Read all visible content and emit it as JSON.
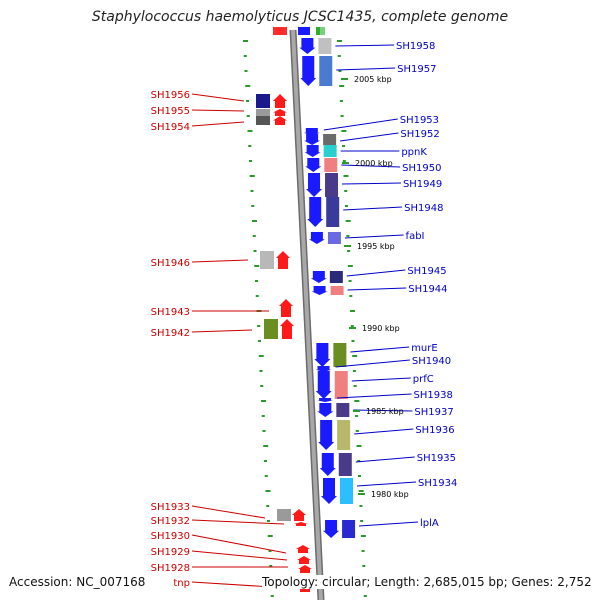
{
  "title": "Staphylococcus haemolyticus JCSC1435, complete genome",
  "accession_text": "Accession: NC_007168",
  "topology_text": "Topology: circular; Length: 2,685,015 bp; Genes: 2,752",
  "colors": {
    "backbone": "#8f8f8f",
    "tick": "#2a9a2a",
    "left_label": "#cc0000",
    "right_label": "#0000cc",
    "left_arrow": "#ff1a1a",
    "right_arrow": "#1a1aff",
    "kbp_text": "#000000"
  },
  "kbp_marks": [
    "2005 kbp",
    "2000 kbp",
    "1995 kbp",
    "1990 kbp",
    "1985 kbp",
    "1980 kbp"
  ],
  "left_genes": [
    "SH1956",
    "SH1955",
    "SH1954",
    "SH1946",
    "SH1943",
    "SH1942",
    "SH1933",
    "SH1932",
    "SH1930",
    "SH1929",
    "SH1928",
    "tnp"
  ],
  "right_genes": [
    "SH1958",
    "SH1957",
    "SH1953",
    "SH1952",
    "ppnK",
    "SH1950",
    "SH1949",
    "SH1948",
    "fabI",
    "SH1945",
    "SH1944",
    "murE",
    "SH1940",
    "prfC",
    "SH1938",
    "SH1937",
    "SH1936",
    "SH1935",
    "SH1934",
    "lplA"
  ]
}
